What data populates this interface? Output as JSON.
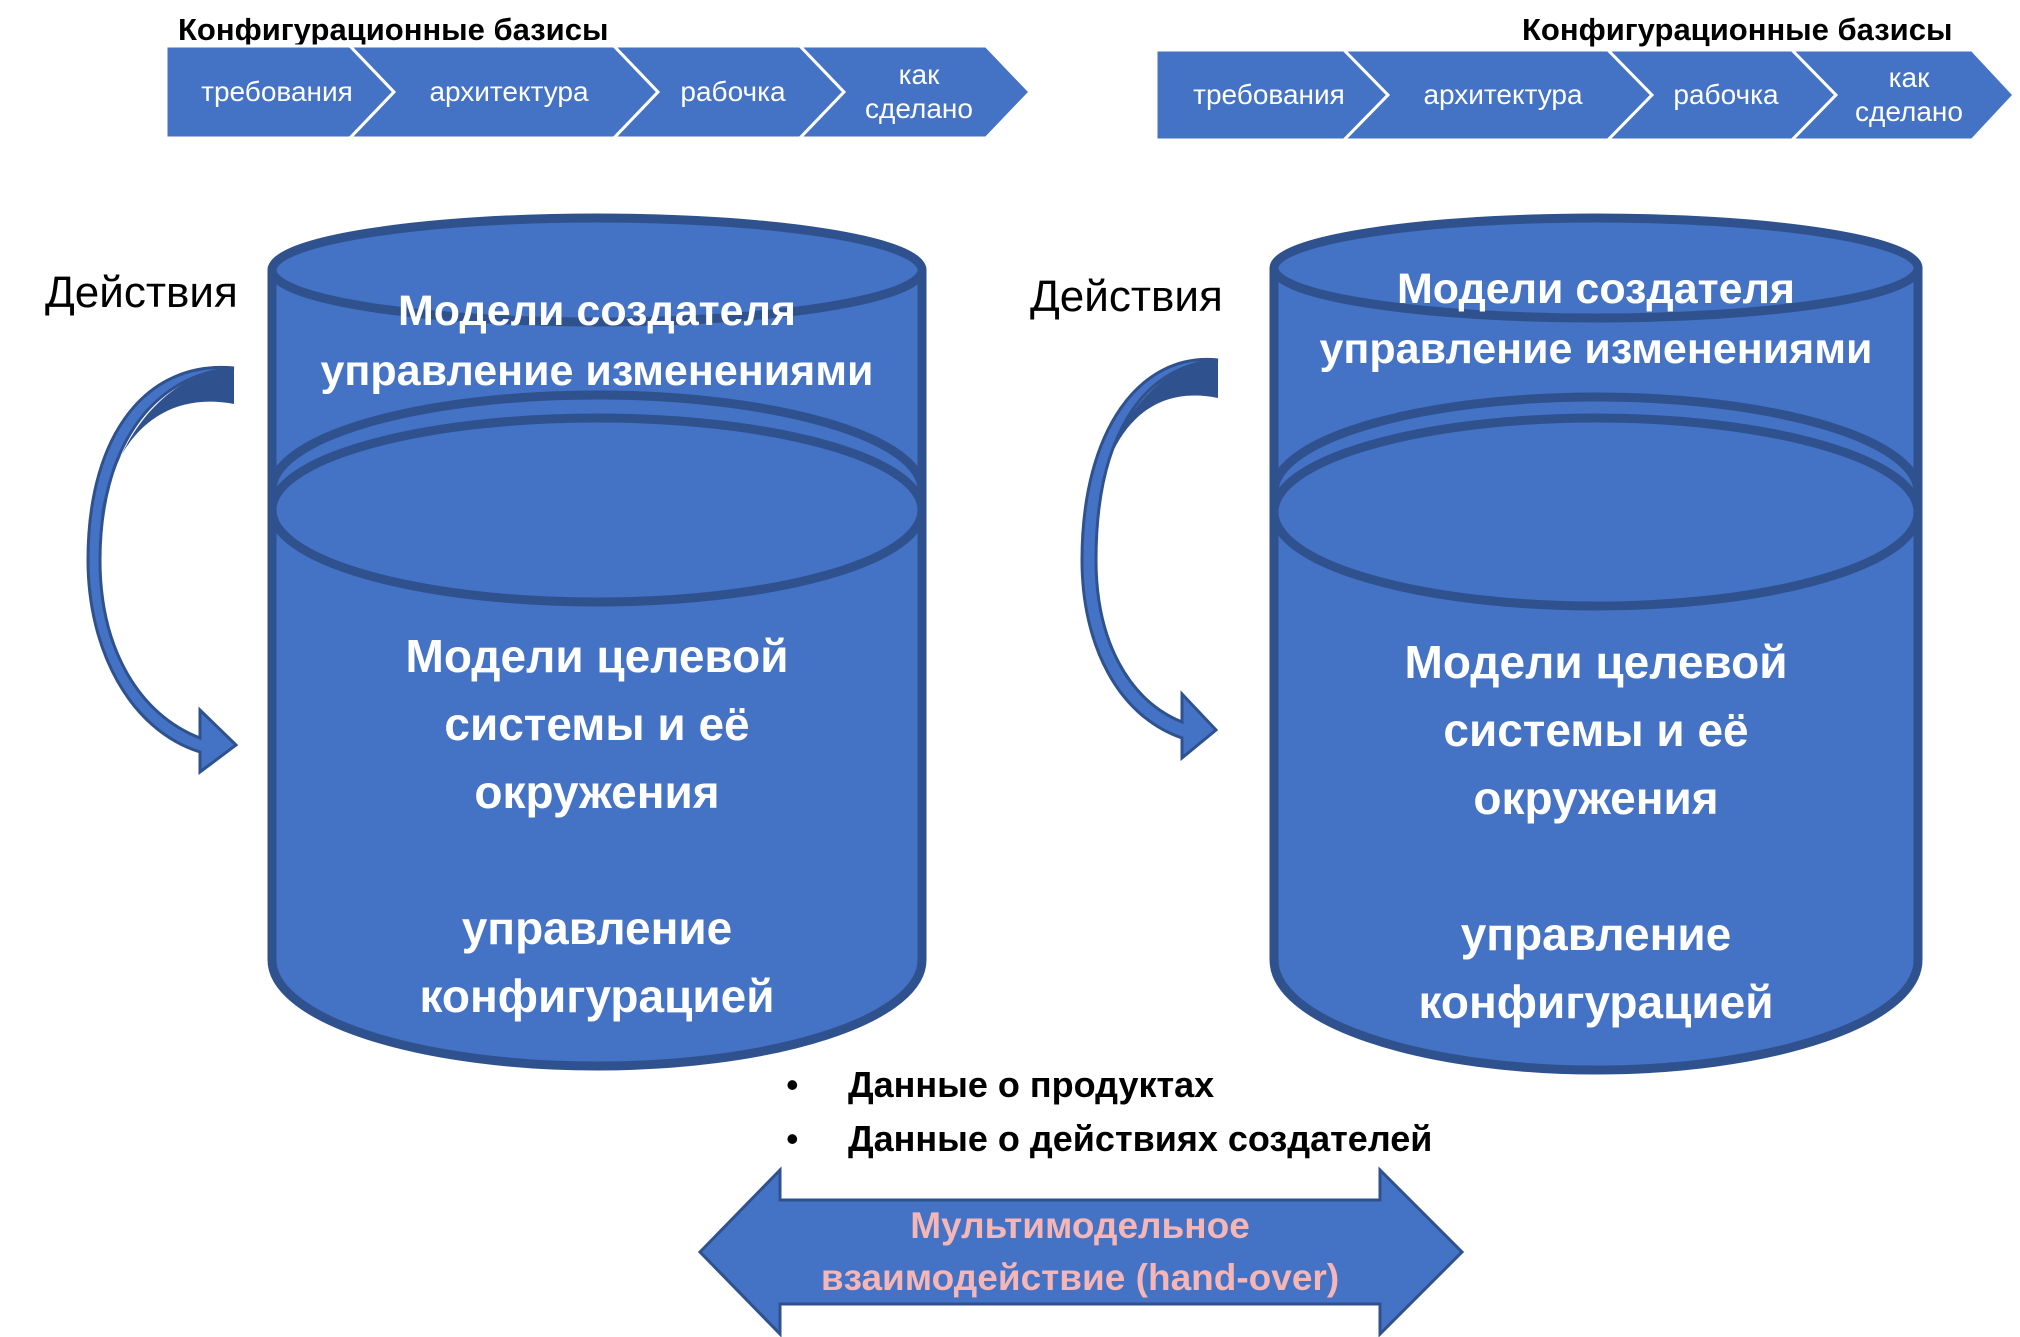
{
  "colors": {
    "fill": "#4472C4",
    "stroke": "#2F528F",
    "chevron": "#4472C4",
    "arrow_fill": "#4472C4",
    "arrow_dark": "#2F528F",
    "handover_text": "#F4B6B6"
  },
  "left_panel": {
    "basis_title": "Конфигурационные базисы",
    "chevrons": [
      "требования",
      "архитектура",
      "рабочка",
      "как сделано"
    ],
    "action_label": "Действия",
    "db_top": [
      "Модели создателя",
      "управление изменениями"
    ],
    "db_main": [
      "Модели целевой",
      "системы и её",
      "окружения",
      "",
      "управление",
      "конфигурацией"
    ]
  },
  "right_panel": {
    "basis_title": "Конфигурационные базисы",
    "chevrons": [
      "требования",
      "архитектура",
      "рабочка",
      "как сделано"
    ],
    "action_label": "Действия",
    "db_top": [
      "Модели создателя",
      "управление изменениями"
    ],
    "db_main": [
      "Модели целевой",
      "системы и её",
      "окружения",
      "",
      "управление",
      "конфигурацией"
    ]
  },
  "bullets": [
    "Данные о продуктах",
    "Данные о действиях создателей"
  ],
  "handover": [
    "Мультимодельное",
    "взаимодействие (hand-over)"
  ]
}
